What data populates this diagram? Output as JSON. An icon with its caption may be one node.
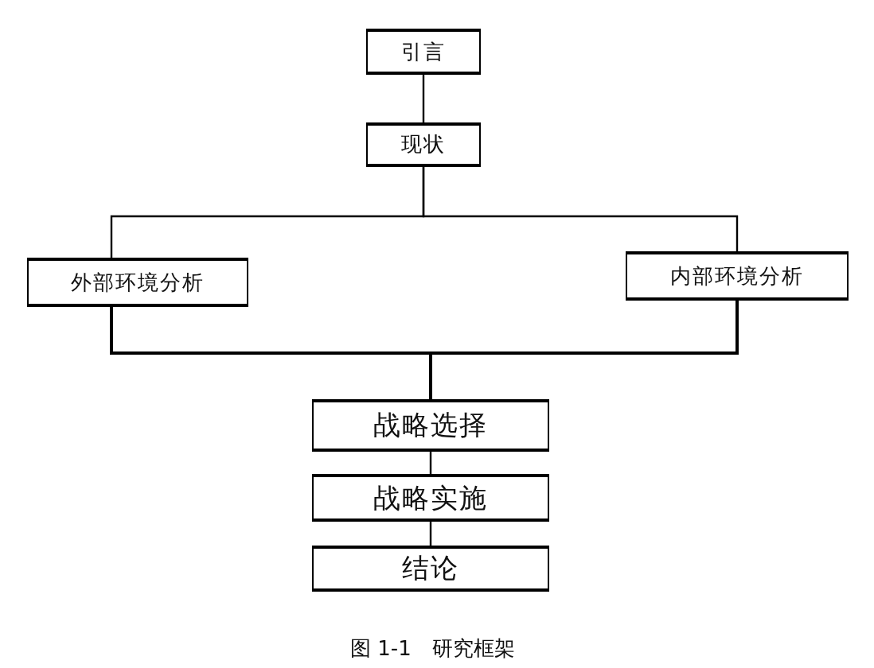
{
  "diagram": {
    "caption": "图 1-1　研究框架",
    "nodes": [
      {
        "text": [
          "引言"
        ]
      },
      {
        "text": [
          "现状"
        ]
      },
      {
        "text": [
          "外部环境分析"
        ]
      },
      {
        "text": [
          "内部环境分析"
        ]
      },
      {
        "text": [
          "战略选择"
        ]
      },
      {
        "text": [
          "战略实施"
        ]
      },
      {
        "text": [
          "结论"
        ]
      }
    ],
    "edges": [
      {
        "from": 0,
        "to": 1,
        "arrow": "none"
      },
      {
        "from": 1,
        "to": 2,
        "arrow": "none"
      },
      {
        "from": 1,
        "to": 3,
        "arrow": "none"
      },
      {
        "from": 2,
        "to": 4,
        "arrow": "none"
      },
      {
        "from": 3,
        "to": 4,
        "arrow": "none"
      },
      {
        "from": 4,
        "to": 5,
        "arrow": "none"
      },
      {
        "from": 5,
        "to": 6,
        "arrow": "none"
      }
    ]
  }
}
